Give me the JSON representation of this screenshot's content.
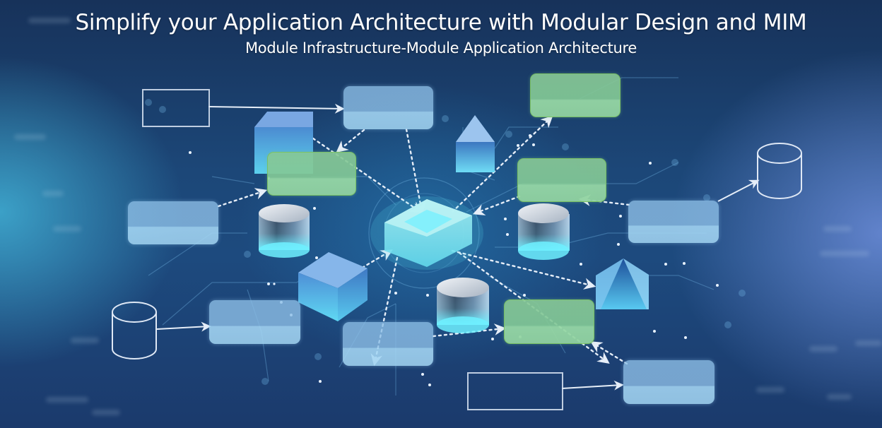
{
  "header": {
    "title": "Simplify your Application Architecture with Modular Design and MIM",
    "subtitle": "Module Infrastructure-Module Application Architecture"
  },
  "diagram": {
    "hub": {
      "name": "central-hub-cube",
      "shape": "translucent cube",
      "color": "#7fe6f0"
    },
    "modules": [
      {
        "id": "m-top-center",
        "color": "blue"
      },
      {
        "id": "m-top-right",
        "color": "green"
      },
      {
        "id": "m-upper-left",
        "color": "green"
      },
      {
        "id": "m-upper-right",
        "color": "green"
      },
      {
        "id": "m-left",
        "color": "blue"
      },
      {
        "id": "m-right",
        "color": "blue"
      },
      {
        "id": "m-lower-left",
        "color": "blue"
      },
      {
        "id": "m-bottom-center",
        "color": "blue"
      },
      {
        "id": "m-lower-right",
        "color": "green"
      },
      {
        "id": "m-bottom-right",
        "color": "blue"
      }
    ],
    "outline_boxes": [
      "outline-top-left",
      "outline-bottom-right"
    ],
    "database_icons": [
      "db-right",
      "db-bottom-left"
    ],
    "solid_shapes": [
      "cube-upper-left",
      "house-top",
      "cylinder-left",
      "cylinder-right",
      "cube-lower-left",
      "cylinder-bottom",
      "pyramid-right"
    ]
  },
  "colors": {
    "background_dark": "#17325a",
    "background_mid": "#1d4a7e",
    "glow_left": "#46bee1",
    "glow_right": "#7896e6",
    "module_blue": "#8cbee6",
    "module_green": "#87c896",
    "module_green_border": "#78be5a",
    "outline_stroke": "#dce6f5",
    "hub_cyan": "#7fe6f0"
  }
}
